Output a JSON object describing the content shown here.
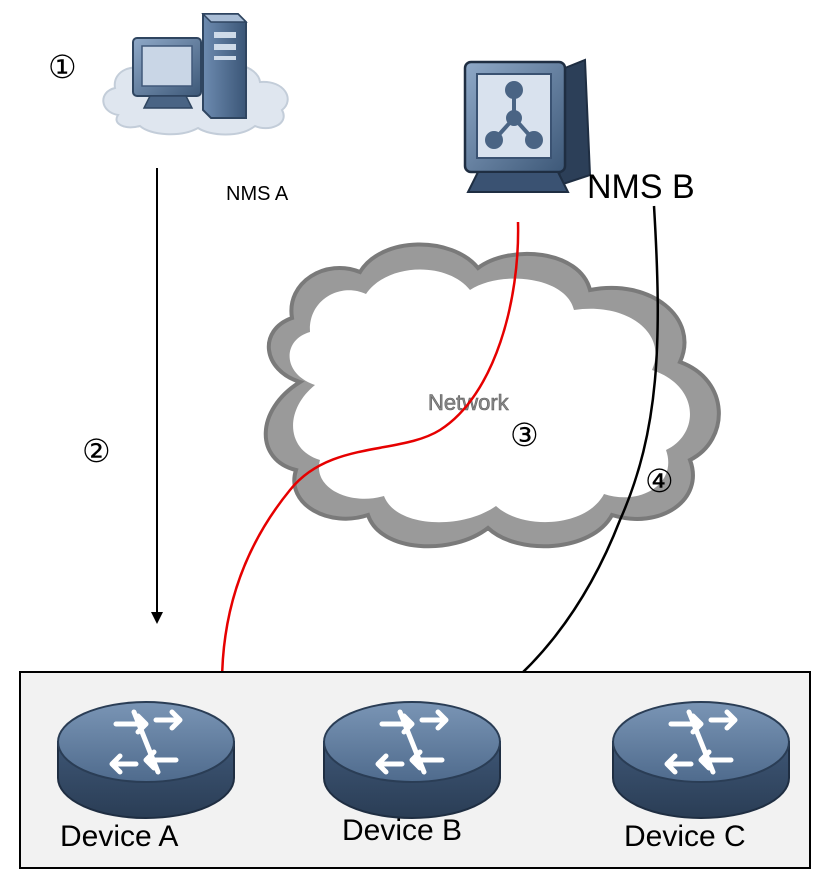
{
  "nms_a": {
    "label": "NMS A",
    "step": "①"
  },
  "nms_b": {
    "label": "NMS B"
  },
  "network": {
    "label": "Network"
  },
  "steps": {
    "s2": "②",
    "s3": "③",
    "s4": "④"
  },
  "devices": [
    {
      "label": "Device A"
    },
    {
      "label": "Device B"
    },
    {
      "label": "Device C"
    }
  ],
  "colors": {
    "red_path": "#e60000",
    "black_path": "#000000",
    "device_panel": "#f2f2f2",
    "router_body": "#5c7a9e",
    "cloud_fill": "#dfe6ef"
  }
}
